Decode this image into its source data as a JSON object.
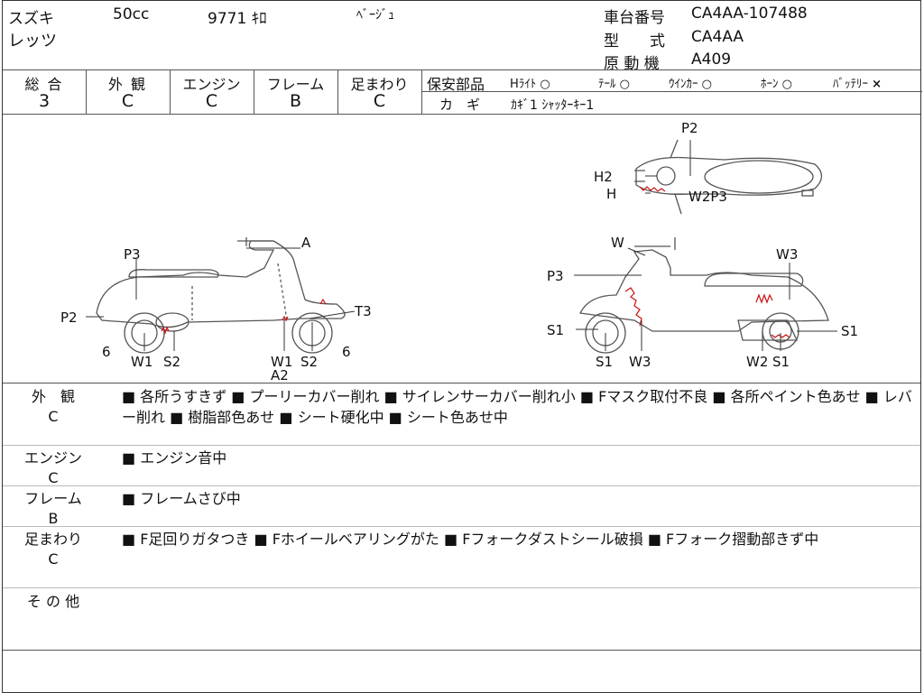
{
  "header": {
    "maker": "スズキ",
    "displacement": "50cc",
    "mileage": "9771 ｷﾛ",
    "color": "ﾍﾞｰｼﾞｭ",
    "model_name": "レッツ",
    "chassis_label": "車台番号",
    "chassis_value": "CA4AA-107488",
    "type_label": "型　　式",
    "type_value": "CA4AA",
    "engine_label": "原 動 機",
    "engine_value": "A409"
  },
  "grades": [
    {
      "label": "総 合",
      "value": "3"
    },
    {
      "label": "外 観",
      "value": "C"
    },
    {
      "label": "エンジン",
      "value": "C"
    },
    {
      "label": "フレーム",
      "value": "B"
    },
    {
      "label": "足まわり",
      "value": "C"
    }
  ],
  "safety": {
    "label": "保安部品",
    "items": [
      {
        "name": "Hﾗｲﾄ",
        "mark": "○"
      },
      {
        "name": "ﾃｰﾙ",
        "mark": "○"
      },
      {
        "name": "ｳｲﾝｶｰ",
        "mark": "○"
      },
      {
        "name": "ﾎｰﾝ",
        "mark": "○"
      },
      {
        "name": "ﾊﾞｯﾃﾘｰ",
        "mark": "×"
      }
    ],
    "key_label": "カ　ギ",
    "key_value": "ｶｷﾞ1 ｼｬｯﾀｰｷｰ1"
  },
  "diagram": {
    "left": [
      "P3",
      "P2",
      "6",
      "W1",
      "S2",
      "A",
      "T3",
      "W1",
      "A2",
      "S2",
      "6"
    ],
    "top": [
      "P2",
      "H2",
      "H",
      "W2P3"
    ],
    "right": [
      "W",
      "P3",
      "S1",
      "S1",
      "W3",
      "W3",
      "S1",
      "W2",
      "S1"
    ]
  },
  "comments": [
    {
      "label": "外　観",
      "grade": "C",
      "text": "■ 各所うすきず ■ プーリーカバー削れ ■ サイレンサーカバー削れ小 ■ Fマスク取付不良 ■ 各所ペイント色あせ ■ レバー削れ ■ 樹脂部色あせ ■ シート硬化中 ■ シート色あせ中"
    },
    {
      "label": "エンジン",
      "grade": "C",
      "text": "■ エンジン音中"
    },
    {
      "label": "フレーム",
      "grade": "B",
      "text": "■ フレームさび中"
    },
    {
      "label": "足まわり",
      "grade": "C",
      "text": "■ F足回りガタつき ■ Fホイールベアリングがた ■ Fフォークダストシール破損 ■ Fフォーク摺動部きず中"
    },
    {
      "label": "そ の 他",
      "grade": "",
      "text": ""
    }
  ],
  "colors": {
    "damage": "#cc1111",
    "line": "#555555"
  }
}
